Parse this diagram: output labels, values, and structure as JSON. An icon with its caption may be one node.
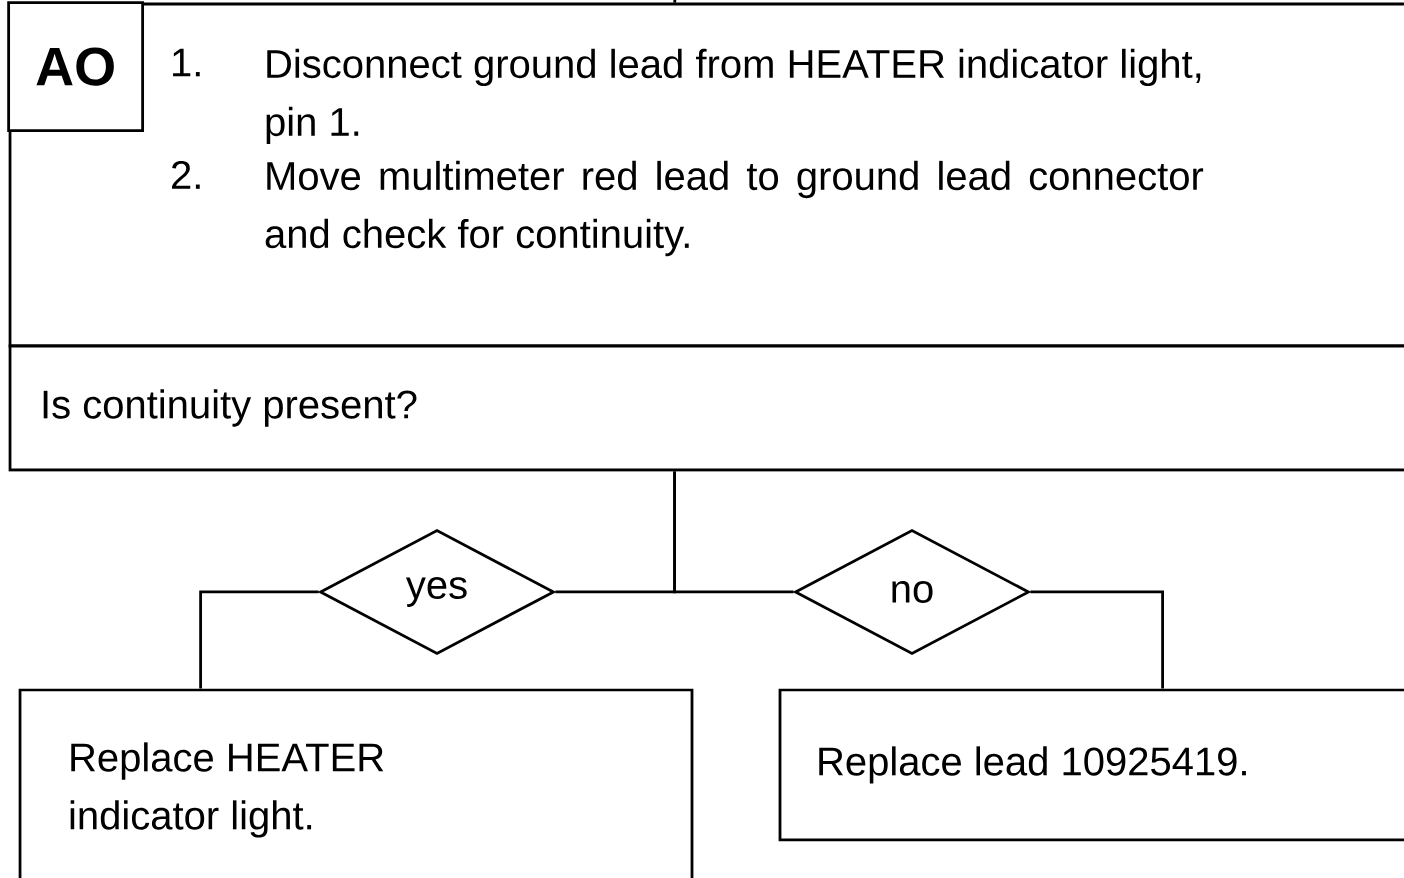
{
  "diagram": {
    "nodes": [
      {
        "text": [
          "1.",
          "Disconnect ground lead from HEATER indicator light, pin 1.",
          "2.",
          "Move multimeter red lead to ground lead connector and check for continuity."
        ]
      },
      {
        "text": [
          "AO"
        ],
        "in": 0
      },
      {
        "text": [
          "Is continuity present?"
        ]
      },
      {
        "text": [
          "yes"
        ]
      },
      {
        "text": [
          "no"
        ]
      },
      {
        "text": [
          "Replace HEATER indicator light."
        ]
      },
      {
        "text": [
          "Replace lead 10925419."
        ]
      }
    ],
    "edges": [
      {
        "from": null,
        "to": 0,
        "arrow": "none"
      },
      {
        "from": 2,
        "to": 3,
        "arrow": "none"
      },
      {
        "from": 2,
        "to": 4,
        "arrow": "none"
      },
      {
        "from": 3,
        "to": 5,
        "arrow": "none"
      },
      {
        "from": 4,
        "to": 6,
        "arrow": "none"
      }
    ]
  }
}
